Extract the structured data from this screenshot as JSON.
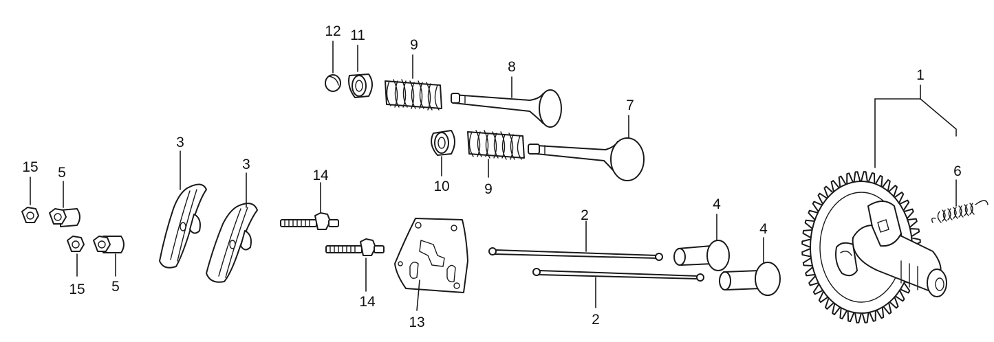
{
  "callouts": [
    {
      "id": "c1",
      "label": "1"
    },
    {
      "id": "c2a",
      "label": "2"
    },
    {
      "id": "c2b",
      "label": "2"
    },
    {
      "id": "c3a",
      "label": "3"
    },
    {
      "id": "c3b",
      "label": "3"
    },
    {
      "id": "c4a",
      "label": "4"
    },
    {
      "id": "c4b",
      "label": "4"
    },
    {
      "id": "c5a",
      "label": "5"
    },
    {
      "id": "c5b",
      "label": "5"
    },
    {
      "id": "c6",
      "label": "6"
    },
    {
      "id": "c7",
      "label": "7"
    },
    {
      "id": "c8",
      "label": "8"
    },
    {
      "id": "c9a",
      "label": "9"
    },
    {
      "id": "c9b",
      "label": "9"
    },
    {
      "id": "c10",
      "label": "10"
    },
    {
      "id": "c11",
      "label": "11"
    },
    {
      "id": "c12",
      "label": "12"
    },
    {
      "id": "c13",
      "label": "13"
    },
    {
      "id": "c14a",
      "label": "14"
    },
    {
      "id": "c14b",
      "label": "14"
    },
    {
      "id": "c15a",
      "label": "15"
    },
    {
      "id": "c15b",
      "label": "15"
    }
  ],
  "colors": {
    "ink": "#1a1a1a",
    "paper": "#ffffff"
  }
}
